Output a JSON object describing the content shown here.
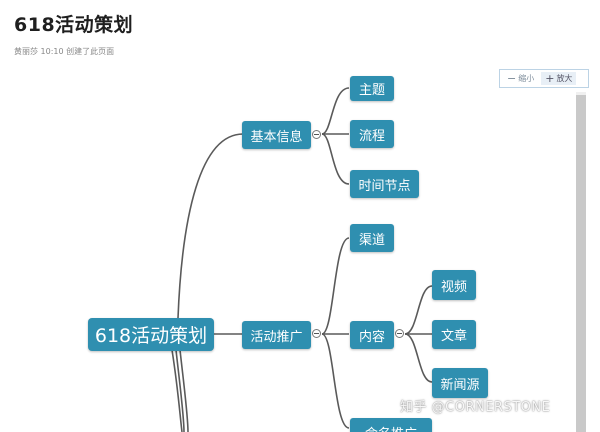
{
  "page": {
    "title": "618活动策划",
    "meta": "黄丽莎 10:10 创建了此页面"
  },
  "mindmap": {
    "root": "618活动策划",
    "branches": {
      "basic": {
        "label": "基本信息",
        "children": {
          "theme": "主题",
          "process": "流程",
          "timeline": "时间节点"
        }
      },
      "promo": {
        "label": "活动推广",
        "children": {
          "channel": "渠道",
          "content": {
            "label": "内容",
            "children": {
              "video": "视频",
              "article": "文章",
              "press": "新闻源"
            }
          },
          "partial": "命名推广"
        }
      }
    }
  },
  "zoom": {
    "zoom_out": "缩小",
    "zoom_in": "放大"
  },
  "watermark": "知乎 @CORNERSTONE",
  "colors": {
    "node": "#2f8fb0",
    "link": "#5a5a5a"
  }
}
